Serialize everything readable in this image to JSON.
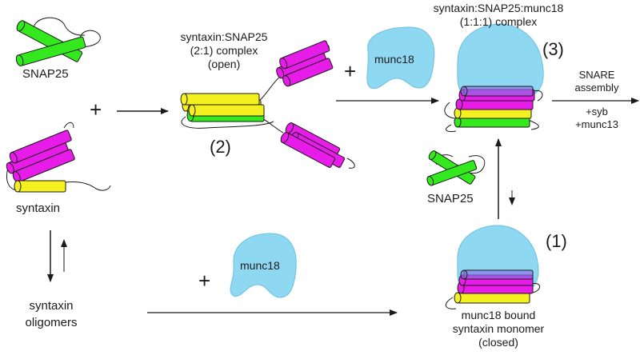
{
  "colors": {
    "syntaxin_habc": "#e81ce8",
    "syntaxin_h3": "#f5f020",
    "snap25": "#33e81c",
    "munc18": "#8fd8f2",
    "line": "#1a1a1a"
  },
  "labels": {
    "snap25_top": "SNAP25",
    "syntaxin": "syntaxin",
    "plus_left": "+",
    "syntaxin_oligomers": [
      "syntaxin",
      "oligomers"
    ],
    "binary_complex": [
      "syntaxin:SNAP25",
      "(2:1) complex",
      "(open)"
    ],
    "state2": "(2)",
    "plus_munc18": "+",
    "munc18_top": "munc18",
    "ternary_complex": [
      "syntaxin:SNAP25:munc18",
      "(1:1:1) complex"
    ],
    "state3": "(3)",
    "snare_assembly": [
      "SNARE",
      "assembly"
    ],
    "snare_factors": [
      "+syb",
      "+munc13"
    ],
    "snap25_right": "SNAP25",
    "state1": "(1)",
    "plus_bottom": "+",
    "munc18_bottom": "munc18",
    "monomer": [
      "munc18 bound",
      "syntaxin monomer",
      "(closed)"
    ]
  }
}
